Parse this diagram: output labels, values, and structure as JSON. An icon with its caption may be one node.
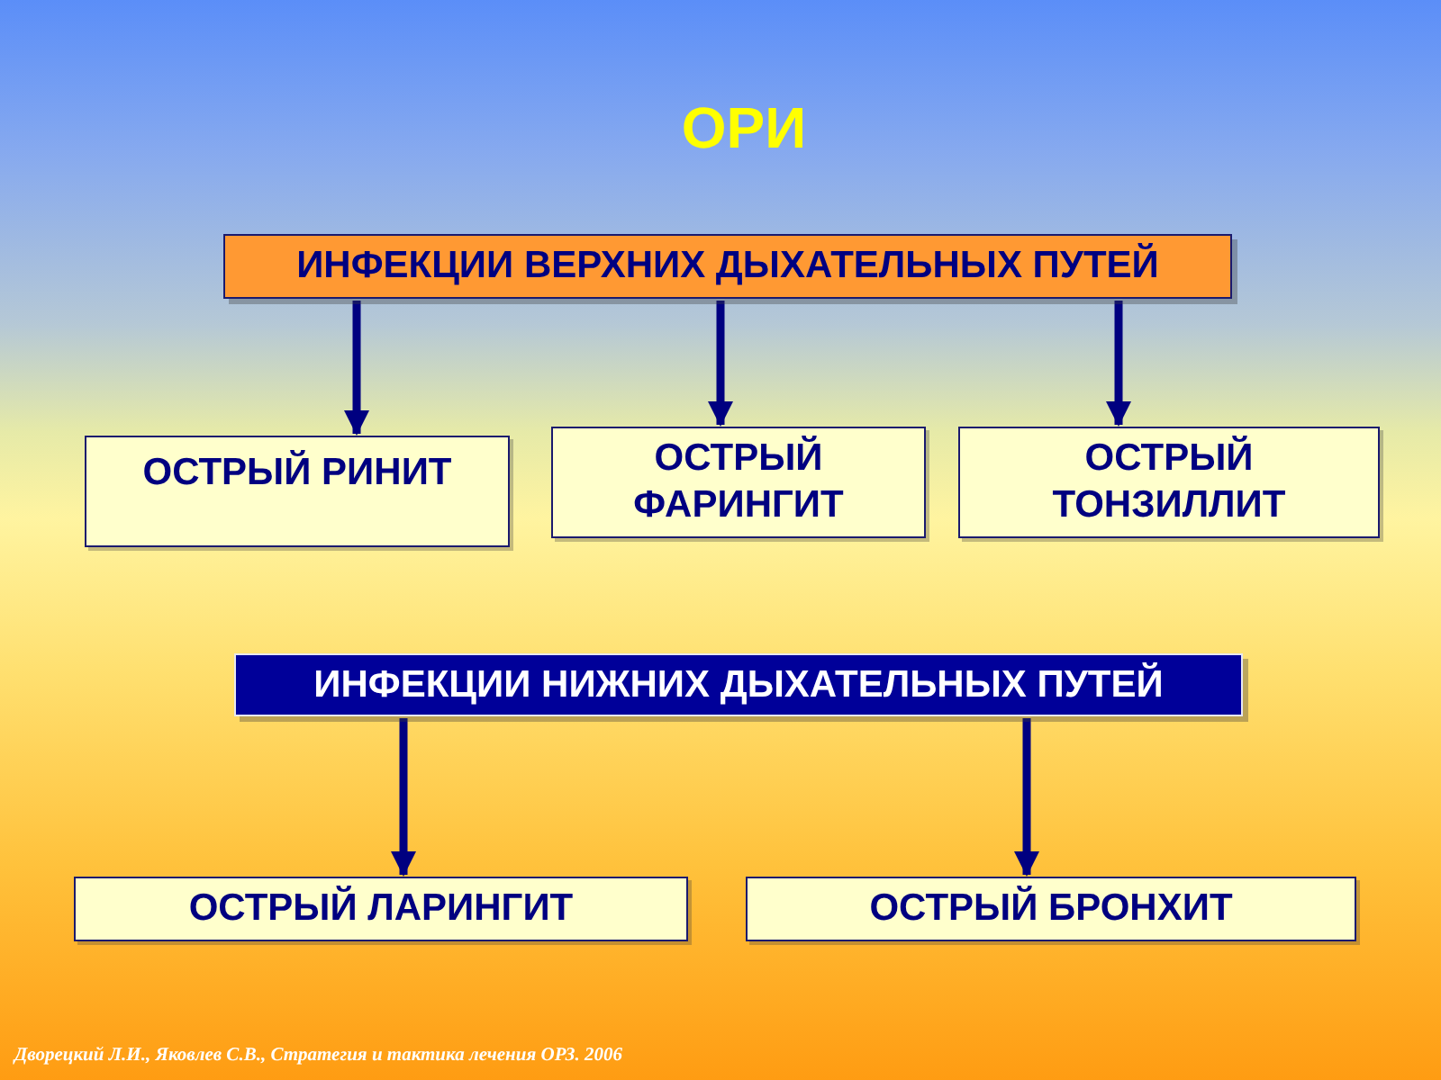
{
  "diagram": {
    "title": "ОРИ",
    "nodes": [
      {
        "text": [
          "ИНФЕКЦИИ ВЕРХНИХ ДЫХАТЕЛЬНЫХ ПУТЕЙ"
        ]
      },
      {
        "text": [
          "ОСТРЫЙ РИНИТ"
        ]
      },
      {
        "text": [
          "ОСТРЫЙ ФАРИНГИТ"
        ]
      },
      {
        "text": [
          "ОСТРЫЙ ТОНЗИЛЛИТ"
        ]
      },
      {
        "text": [
          "ИНФЕКЦИИ НИЖНИХ ДЫХАТЕЛЬНЫХ ПУТЕЙ"
        ]
      },
      {
        "text": [
          "ОСТРЫЙ ЛАРИНГИТ"
        ]
      },
      {
        "text": [
          "ОСТРЫЙ БРОНХИТ"
        ]
      }
    ],
    "edges": [
      {
        "from": 0,
        "to": 1,
        "arrow": "to"
      },
      {
        "from": 0,
        "to": 2,
        "arrow": "to"
      },
      {
        "from": 0,
        "to": 3,
        "arrow": "to"
      },
      {
        "from": 4,
        "to": 5,
        "arrow": "to"
      },
      {
        "from": 4,
        "to": 6,
        "arrow": "to"
      }
    ],
    "labels": [
      "Дворецкий Л.И., Яковлев С.В., Стратегия и тактика лечения ОРЗ. 2006"
    ]
  }
}
